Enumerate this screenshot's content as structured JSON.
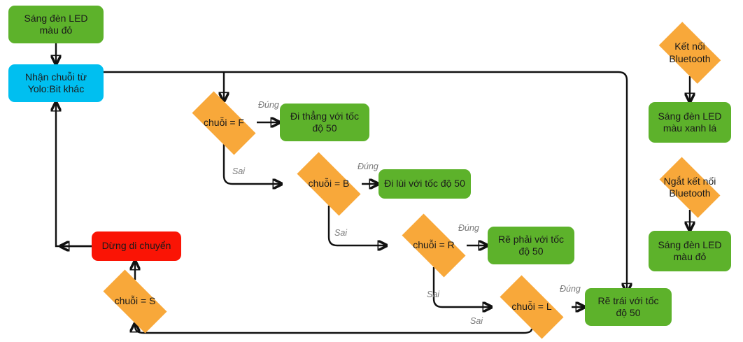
{
  "diagram": {
    "title": "Yolo:Bit Bluetooth robot control flowchart",
    "colors": {
      "process_green": "#5DB22B",
      "process_cyan": "#00BFF0",
      "process_red": "#FA1405",
      "decision_orange": "#F8A83A",
      "connector": "#111111",
      "edge_label": "#7a7a7a",
      "background": "#ffffff"
    },
    "nodes": {
      "start_led_red": "Sáng đèn LED\nmàu đỏ",
      "receive_string": "Nhận chuỗi từ\nYolo:Bit khác",
      "decision_f": "chuỗi = F",
      "action_forward": "Đi thẳng với tốc\nđộ 50",
      "decision_b": "chuỗi = B",
      "action_backward": "Đi lùi với tốc độ 50",
      "decision_r": "chuỗi = R",
      "action_right": "Rẽ phải với tốc\nđộ 50",
      "decision_l": "chuỗi = L",
      "action_left": "Rẽ trái với tốc\nđộ 50",
      "decision_s": "chuỗi = S",
      "action_stop": "Dừng di chuyển",
      "bt_connect": "Kết nối\nBluetooth",
      "bt_connect_action": "Sáng đèn LED\nmàu xanh lá",
      "bt_disconnect": "Ngắt kết nối\nBluetooth",
      "bt_disconnect_action": "Sáng đèn LED\nmàu đỏ"
    },
    "edge_labels": {
      "true_f": "Đúng",
      "false_f": "Sai",
      "true_b": "Đúng",
      "false_b": "Sai",
      "true_r": "Đúng",
      "false_r": "Sai",
      "true_l": "Đúng",
      "false_l": "Sai"
    }
  }
}
